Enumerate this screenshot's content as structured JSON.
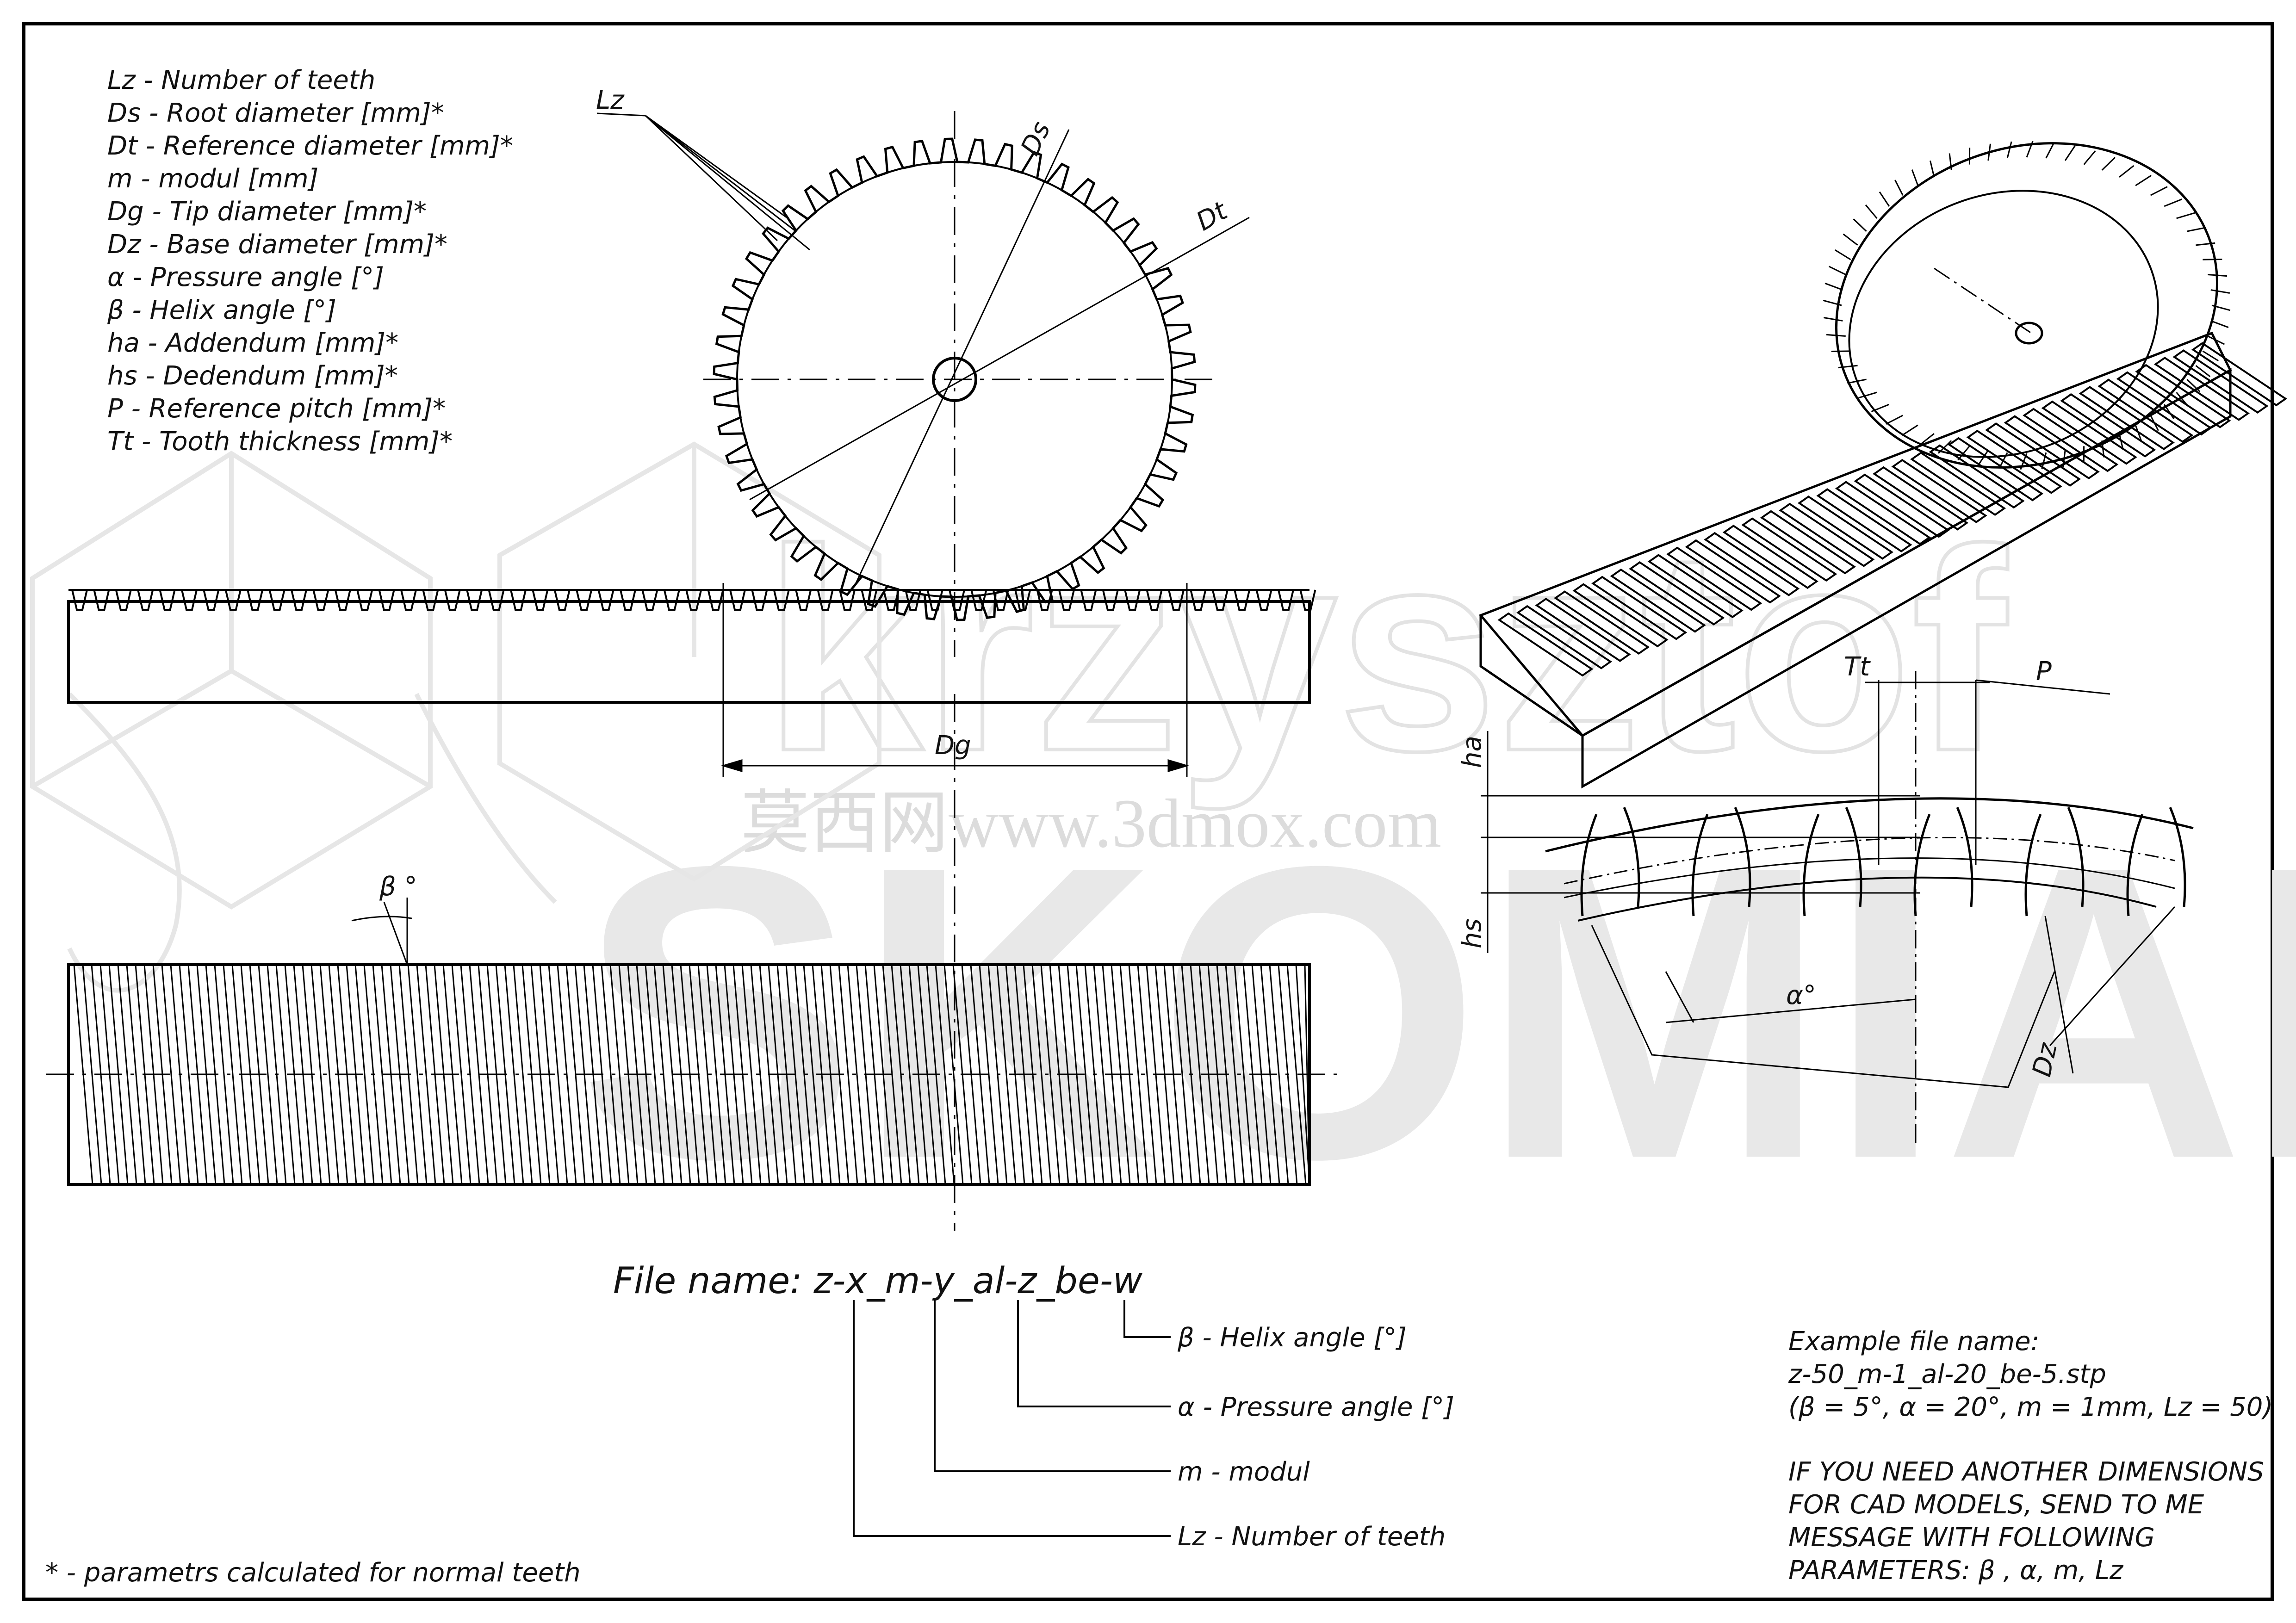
{
  "legend": {
    "items": [
      {
        "sym": "Lz",
        "text": "Lz - Number of teeth"
      },
      {
        "sym": "Ds",
        "text": "Ds - Root diameter [mm]*"
      },
      {
        "sym": "Dt",
        "text": "Dt - Reference diameter [mm]*"
      },
      {
        "sym": "m",
        "text": "m - modul [mm]"
      },
      {
        "sym": "Dg",
        "text": "Dg - Tip diameter [mm]*"
      },
      {
        "sym": "Dz",
        "text": "Dz - Base diameter [mm]*"
      },
      {
        "sym": "α",
        "text": "α - Pressure angle [°]"
      },
      {
        "sym": "β",
        "text": "β  - Helix angle [°]"
      },
      {
        "sym": "ha",
        "text": "ha - Addendum [mm]*"
      },
      {
        "sym": "hs",
        "text": "hs - Dedendum [mm]*"
      },
      {
        "sym": "P",
        "text": "P - Reference pitch [mm]*"
      },
      {
        "sym": "Tt",
        "text": "Tt - Tooth thickness [mm]*"
      }
    ]
  },
  "labels": {
    "lz": "Lz",
    "ds": "Ds",
    "dt": "Dt",
    "dg": "Dg",
    "beta": "β °",
    "tt": "Tt",
    "p": "P",
    "ha": "ha",
    "hs": "hs",
    "alpha": "α°",
    "dz": "Dz"
  },
  "file_name": {
    "title": "File name: z-x_m-y_al-z_be-w",
    "callouts": {
      "helix": "β  - Helix angle [°]",
      "pressure": "α - Pressure angle [°]",
      "modul": "m - modul",
      "teeth": "Lz - Number of teeth"
    }
  },
  "example": {
    "heading": "Example file name:",
    "name": "z-50_m-1_al-20_be-5.stp",
    "params": "(β  = 5°, α = 20°, m = 1mm, Lz = 50)",
    "note_lines": [
      "IF YOU NEED ANOTHER DIMENSIONS",
      "FOR CAD MODELS, SEND TO ME",
      "MESSAGE WITH FOLLOWING",
      "PARAMETERS: β , α, m, Lz"
    ]
  },
  "footnote": "* - parametrs calculated for normal teeth",
  "watermark": {
    "name": "krzysztof",
    "brand": "SKOMIANY",
    "url": "莫西网www.3dmox.com"
  }
}
